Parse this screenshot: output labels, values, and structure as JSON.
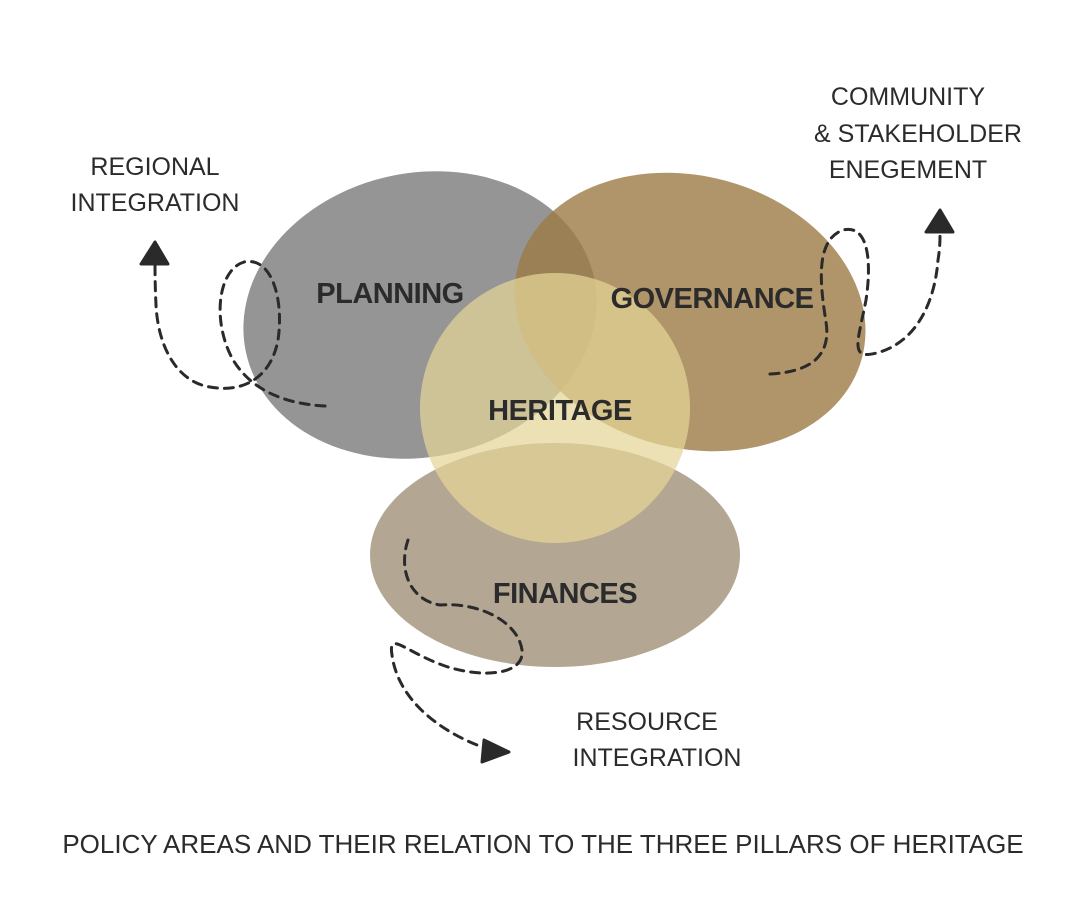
{
  "diagram": {
    "pillars": {
      "planning": {
        "label": "PLANNING",
        "color": "#8f8f8f"
      },
      "governance": {
        "label": "GOVERNANCE",
        "color": "#a48454"
      },
      "finances": {
        "label": "FINANCES",
        "color": "#a89b85"
      },
      "heritage": {
        "label": "HERITAGE",
        "color": "#e4d597"
      }
    },
    "policy_areas": {
      "regional": {
        "line1": "REGIONAL",
        "line2": "INTEGRATION"
      },
      "community": {
        "line1": "COMMUNITY",
        "line2": "& STAKEHOLDER",
        "line3": "ENEGEMENT"
      },
      "resource": {
        "line1": "RESOURCE",
        "line2": "INTEGRATION"
      }
    },
    "caption": "POLICY AREAS AND THEIR RELATION TO THE THREE PILLARS OF HERITAGE"
  }
}
